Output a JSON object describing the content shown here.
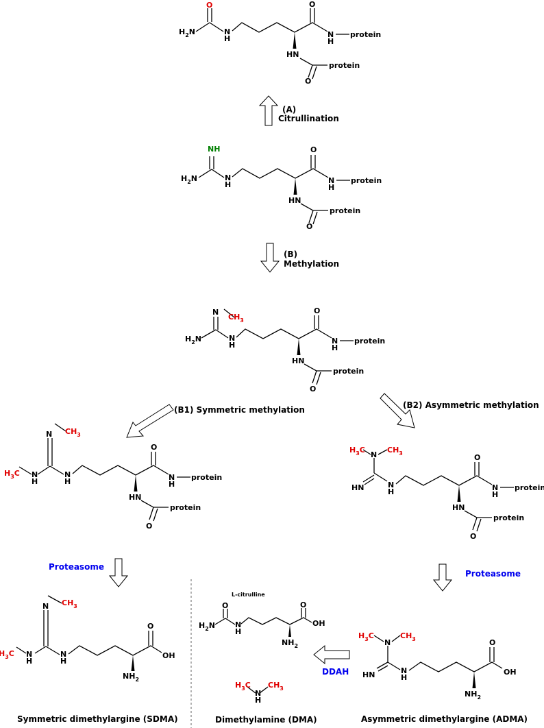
{
  "colors": {
    "text": "#000000",
    "methyl_highlight": "#e00000",
    "imine_highlight": "#008000",
    "enzyme_label": "#0000ee",
    "background": "#ffffff"
  },
  "atoms": {
    "H": "H",
    "O": "O",
    "N": "N",
    "C": "C",
    "two": "2",
    "three": "3",
    "NH": "NH",
    "HN": "HN",
    "OH": "OH",
    "protein": "protein"
  },
  "steps": {
    "a_letter": "(A)",
    "a_name": "Citrullination",
    "b_letter": "(B)",
    "b_name": "Methylation",
    "b1": "(B1) Symmetric methylation",
    "b2": "(B2) Asymmetric methylation"
  },
  "enzymes": {
    "proteasome_left": "Proteasome",
    "proteasome_right": "Proteasome",
    "ddah": "DDAH"
  },
  "products": {
    "l_citrulline": "L-citrulline",
    "sdma": "Symmetric dimethylargine (SDMA)",
    "dma": "Dimethylamine (DMA)",
    "adma": "Asymmetric dimethylargine (ADMA)"
  },
  "icons": [
    "hollow-block-arrow",
    "dashed-divider-line"
  ]
}
